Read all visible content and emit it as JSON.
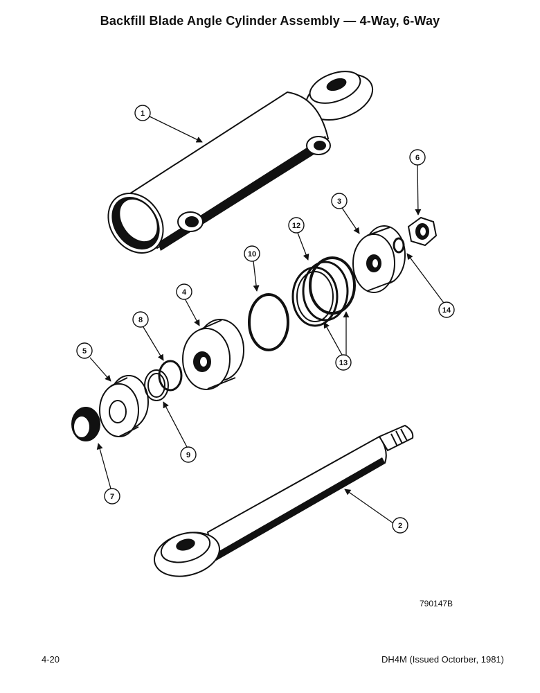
{
  "title": "Backfill Blade Angle Cylinder Assembly — 4-Way, 6-Way",
  "figure_number": "790147B",
  "page_number": "4-20",
  "publication": "DH4M (Issued Octorber, 1981)",
  "callouts": [
    {
      "id": "c1",
      "label": "1",
      "part": "cylinder-barrel"
    },
    {
      "id": "c2",
      "label": "2",
      "part": "piston-rod"
    },
    {
      "id": "c3",
      "label": "3",
      "part": "piston"
    },
    {
      "id": "c4",
      "label": "4",
      "part": "gland"
    },
    {
      "id": "c5",
      "label": "5",
      "part": "head-nut"
    },
    {
      "id": "c6",
      "label": "6",
      "part": "lock-nut"
    },
    {
      "id": "c7",
      "label": "7",
      "part": "wiper-seal"
    },
    {
      "id": "c8",
      "label": "8",
      "part": "o-ring"
    },
    {
      "id": "c9",
      "label": "9",
      "part": "backup-ring"
    },
    {
      "id": "c10",
      "label": "10",
      "part": "o-ring-large"
    },
    {
      "id": "c12",
      "label": "12",
      "part": "piston-seal"
    },
    {
      "id": "c13",
      "label": "13",
      "part": "wear-rings"
    },
    {
      "id": "c14",
      "label": "14",
      "part": "small-o-ring"
    }
  ]
}
